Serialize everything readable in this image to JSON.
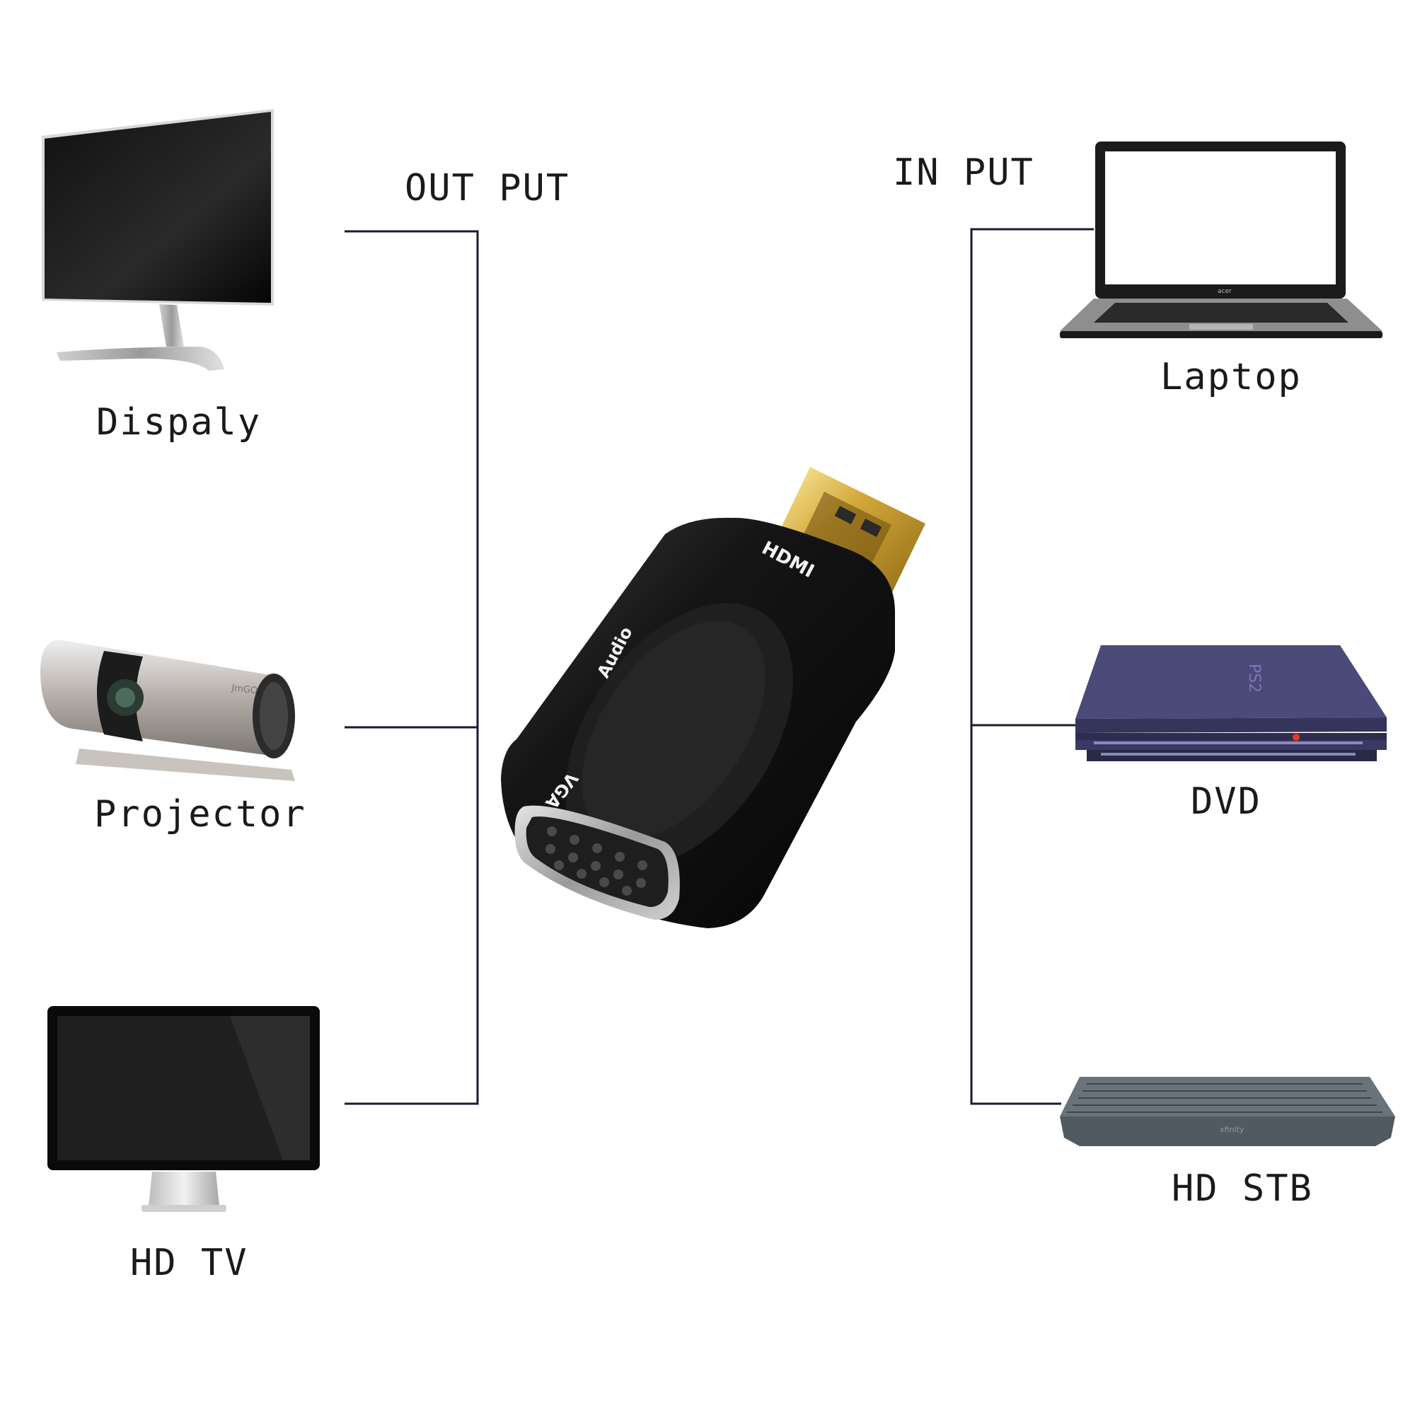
{
  "headings": {
    "output": "OUT PUT",
    "input": "IN PUT"
  },
  "outputs": [
    {
      "label": "Dispaly"
    },
    {
      "label": "Projector"
    },
    {
      "label": "HD TV"
    }
  ],
  "inputs": [
    {
      "label": "Laptop"
    },
    {
      "label": "DVD"
    },
    {
      "label": "HD STB"
    }
  ],
  "adapter": {
    "hdmi_label": "HDMI",
    "audio_label": "Audio",
    "vga_label": "VGA"
  },
  "brand_marks": {
    "laptop": "acer",
    "projector": "JmGO",
    "dvd": "PS2",
    "stb": "xfinity"
  },
  "colors": {
    "line": "#1a1a33",
    "adapter_body": "#111111",
    "connector_gold": "#d4a83a",
    "dvd_body": "#4b4a78",
    "stb_body": "#4f5a62"
  }
}
